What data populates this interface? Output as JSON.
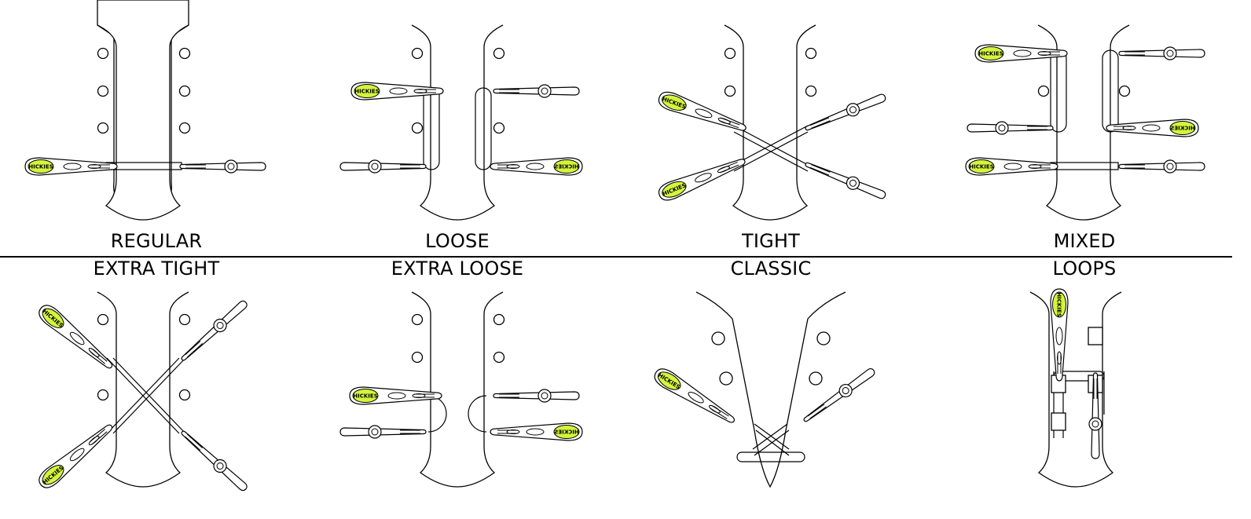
{
  "brand": "HICKIES",
  "colors": {
    "accent": "#d4f53c",
    "outline": "#000000",
    "background": "#ffffff"
  },
  "techniques": [
    {
      "id": "regular",
      "label": "REGULAR"
    },
    {
      "id": "loose",
      "label": "LOOSE"
    },
    {
      "id": "tight",
      "label": "TIGHT"
    },
    {
      "id": "mixed",
      "label": "MIXED"
    },
    {
      "id": "extra-tight",
      "label": "EXTRA TIGHT"
    },
    {
      "id": "extra-loose",
      "label": "EXTRA LOOSE"
    },
    {
      "id": "classic",
      "label": "CLASSIC"
    },
    {
      "id": "loops",
      "label": "LOOPS"
    }
  ]
}
